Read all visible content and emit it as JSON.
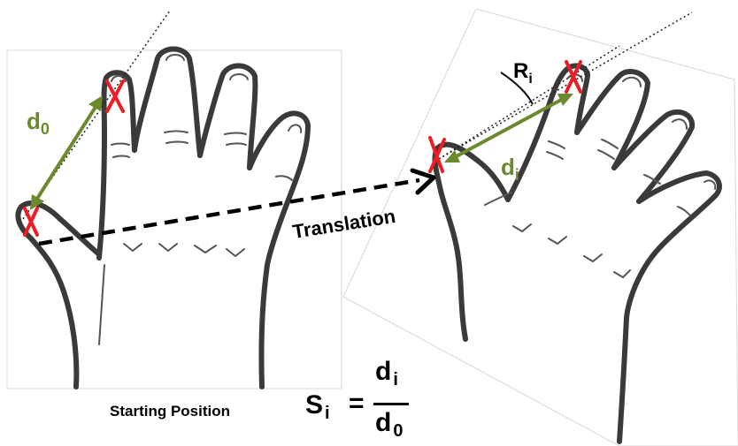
{
  "labels": {
    "d0": {
      "base": "d",
      "sub": "0"
    },
    "di": {
      "base": "d",
      "sub": "i"
    },
    "ri": {
      "base": "R",
      "sub": "i"
    },
    "translation": "Translation",
    "starting_position": "Starting Position"
  },
  "equation": {
    "lhs_base": "S",
    "lhs_sub": "i",
    "equals": "=",
    "numerator_base": "d",
    "numerator_sub": "i",
    "denominator_base": "d",
    "denominator_sub": "0"
  },
  "colors": {
    "arrow_green": "#6b8a2e",
    "marker_red": "#ee1c25",
    "outline": "#3a3a3a",
    "text": "#000000"
  }
}
